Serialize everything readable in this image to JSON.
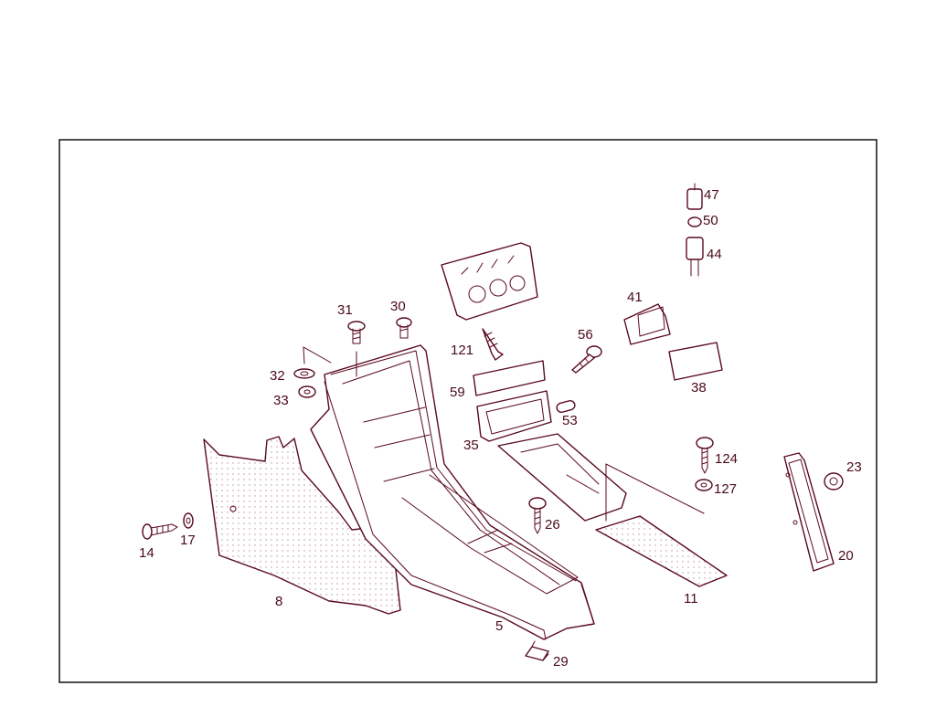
{
  "colors": {
    "line": "#5a0a1e",
    "text": "#4a0a18",
    "frame": "#000000",
    "background": "#ffffff"
  },
  "labels": {
    "l5": "5",
    "l8": "8",
    "l11": "11",
    "l14": "14",
    "l17": "17",
    "l20": "20",
    "l23": "23",
    "l26": "26",
    "l29": "29",
    "l30": "30",
    "l31": "31",
    "l32": "32",
    "l33": "33",
    "l35": "35",
    "l38": "38",
    "l41": "41",
    "l44": "44",
    "l47": "47",
    "l50": "50",
    "l53": "53",
    "l56": "56",
    "l59": "59",
    "l121": "121",
    "l124": "124",
    "l127": "127"
  }
}
